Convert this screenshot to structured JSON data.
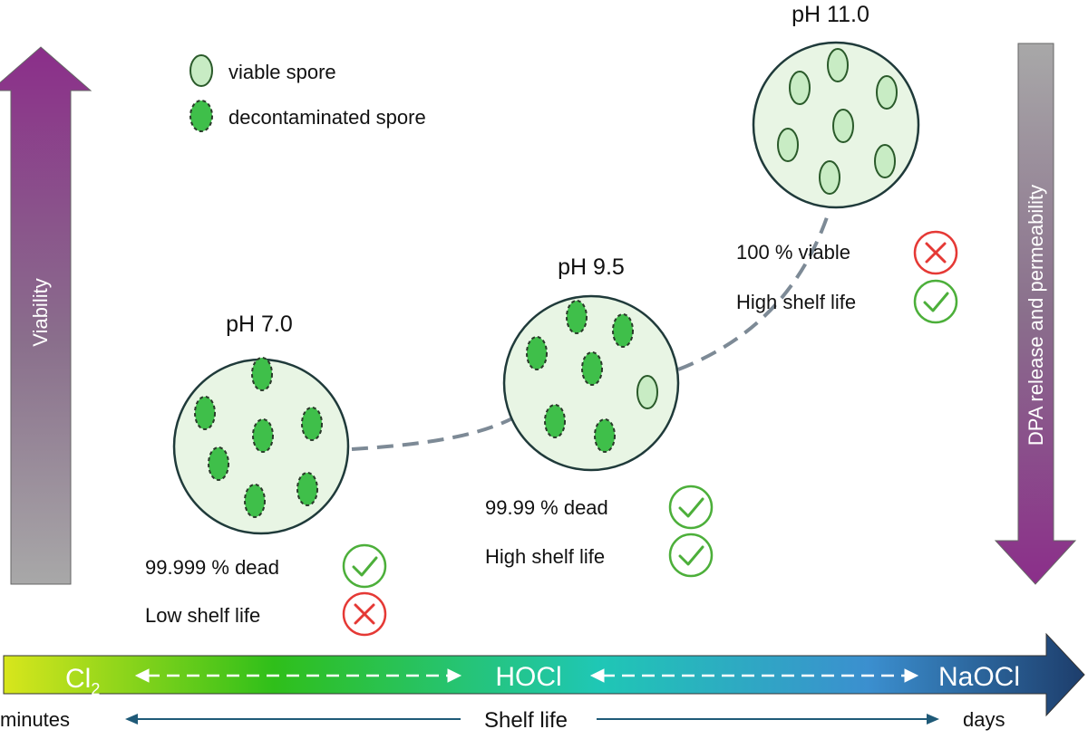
{
  "legend": {
    "viable_label": "viable spore",
    "decontaminated_label": "decontaminated spore"
  },
  "left_axis": {
    "label": "Viability"
  },
  "right_axis": {
    "label": "DPA release and permeability"
  },
  "conditions": [
    {
      "ph_label": "pH 7.0",
      "stat1": "99.999 % dead",
      "stat1_icon": "check-icon",
      "stat2": "Low shelf life",
      "stat2_icon": "cross-icon"
    },
    {
      "ph_label": "pH 9.5",
      "stat1": "99.99 % dead",
      "stat1_icon": "check-icon",
      "stat2": "High shelf life",
      "stat2_icon": "check-icon"
    },
    {
      "ph_label": "pH 11.0",
      "stat1": "100 % viable",
      "stat1_icon": "cross-icon",
      "stat2": "High shelf life",
      "stat2_icon": "check-icon"
    }
  ],
  "bottom_bar": {
    "species": [
      {
        "label": "Cl",
        "subscript": "2"
      },
      {
        "label": "HOCl"
      },
      {
        "label": "NaOCl"
      }
    ],
    "shelf_life_label": "Shelf life",
    "left_label": "minutes",
    "right_label": "days"
  },
  "colors": {
    "viable_fill": "#c8ecc4",
    "decontaminated_fill": "#3fbf4a",
    "spore_bg": "#e8f5e4",
    "check": "#4caf3a",
    "cross": "#e53935",
    "arrow_purple": "#8b2e8a",
    "arrow_gray": "#9a9a9a",
    "bar_start": "#d8e61c",
    "bar_mid": "#1fc7b5",
    "bar_end": "#1d3d6b"
  }
}
